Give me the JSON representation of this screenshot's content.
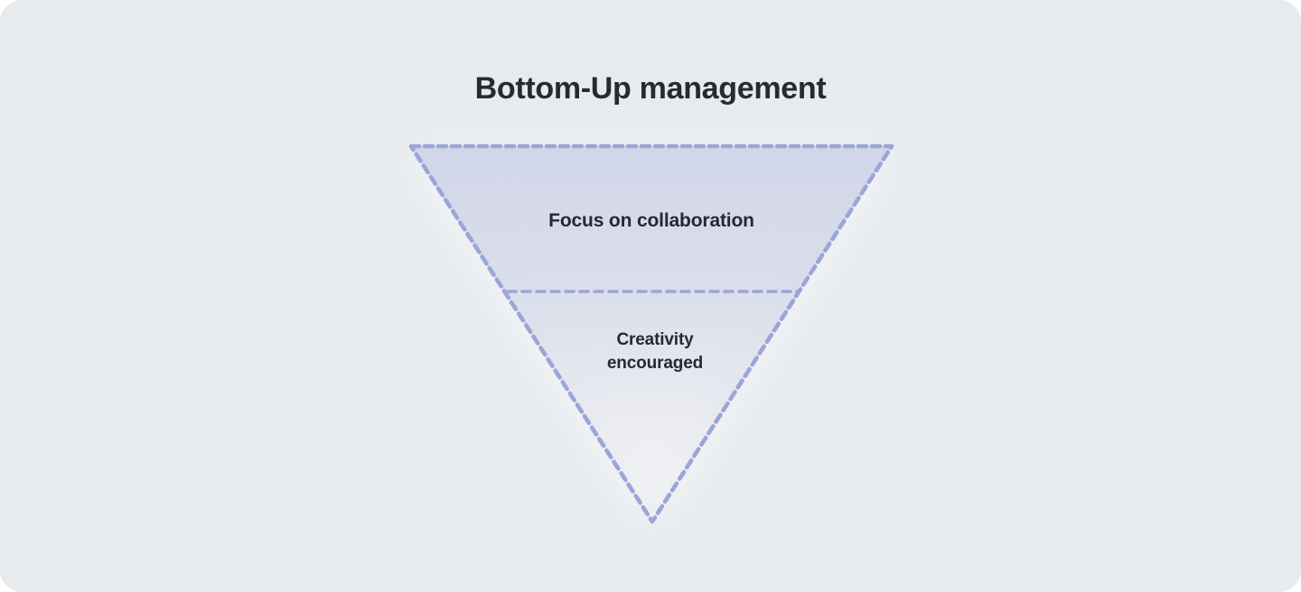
{
  "page": {
    "background_color": "#E8EBEE",
    "corner_radius": "24px"
  },
  "header": {
    "title": "Bottom-Up management",
    "title_color": "#232B33"
  },
  "diagram": {
    "type": "inverted-pyramid",
    "name": "bottom-up-management-pyramid",
    "orientation": "inverted",
    "border_style": "dashed",
    "border_color": "#9AA5D8",
    "fill_top_color": "#D3D8E9",
    "fill_bottom_color": "#E8EBEE",
    "tiers": [
      {
        "index": 1,
        "label": "Focus on collaboration",
        "lines": [
          "Focus on collaboration"
        ]
      },
      {
        "index": 2,
        "label": "Creativity encouraged",
        "lines": [
          "Creativity",
          "encouraged"
        ]
      }
    ],
    "divider_count": 1
  }
}
